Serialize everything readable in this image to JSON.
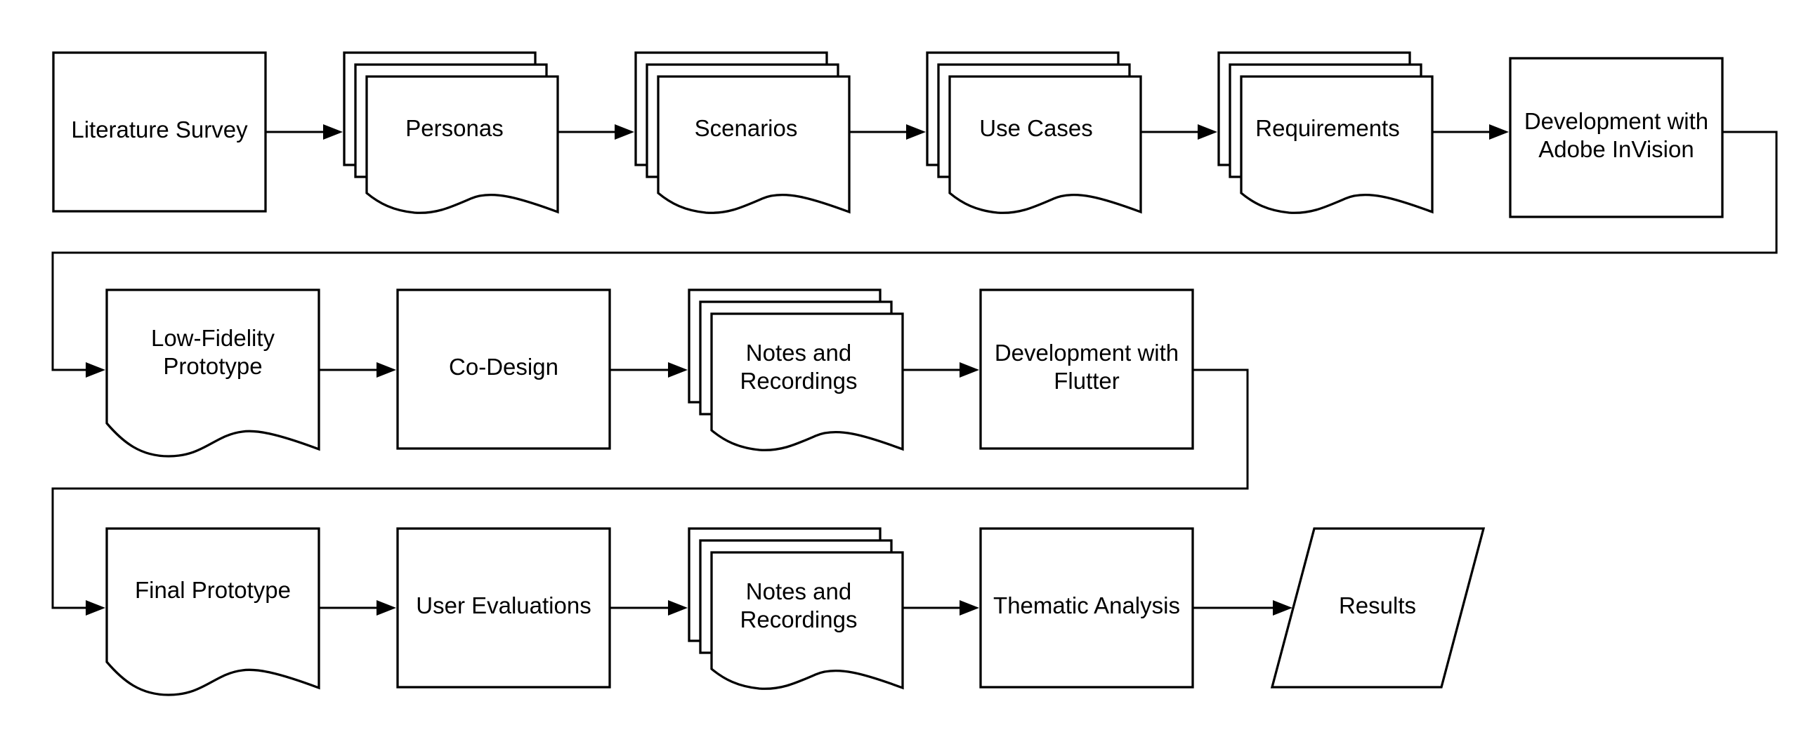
{
  "nodes": {
    "literature_survey": "Literature Survey",
    "personas": "Personas",
    "scenarios": "Scenarios",
    "use_cases": "Use Cases",
    "requirements": "Requirements",
    "dev_invision": [
      "Development with",
      "Adobe InVision"
    ],
    "lowfi_prototype": [
      "Low-Fidelity",
      "Prototype"
    ],
    "co_design": "Co-Design",
    "notes_1": [
      "Notes and",
      "Recordings"
    ],
    "dev_flutter": [
      "Development with",
      "Flutter"
    ],
    "final_prototype": "Final Prototype",
    "user_evaluations": "User Evaluations",
    "notes_2": [
      "Notes and",
      "Recordings"
    ],
    "thematic_analysis": "Thematic Analysis",
    "results": "Results"
  },
  "colors": {
    "stroke": "#000000",
    "fill": "#ffffff"
  }
}
